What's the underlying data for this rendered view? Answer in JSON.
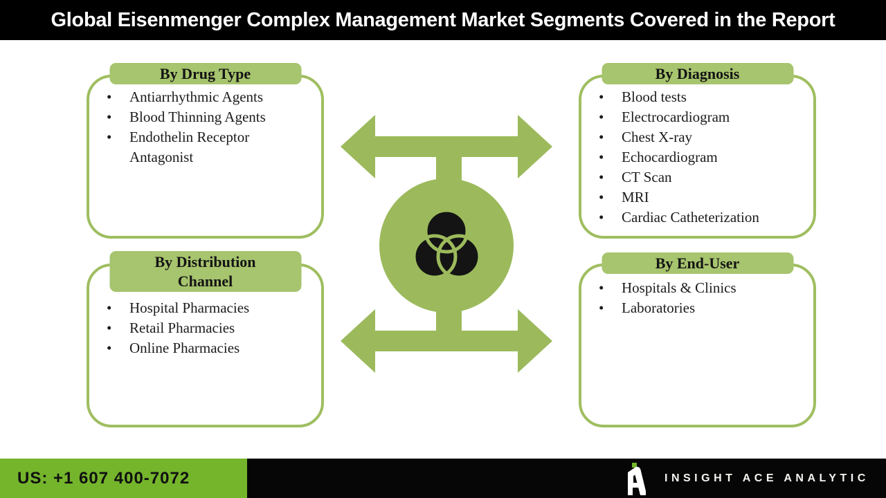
{
  "title": "Global Eisenmenger Complex Management Market Segments Covered in the Report",
  "segments": [
    {
      "id": "drug-type",
      "heading": "By Drug Type",
      "items": [
        "Antiarrhythmic Agents",
        "Blood Thinning Agents",
        "Endothelin Receptor Antagonist"
      ]
    },
    {
      "id": "diagnosis",
      "heading": "By Diagnosis",
      "items": [
        "Blood tests",
        "Electrocardiogram",
        "Chest X-ray",
        "Echocardiogram",
        "CT Scan",
        "MRI",
        "Cardiac Catheterization"
      ]
    },
    {
      "id": "distribution-channel",
      "heading": "By Distribution Channel",
      "items": [
        "Hospital Pharmacies",
        "Retail Pharmacies",
        "Online Pharmacies"
      ]
    },
    {
      "id": "end-user",
      "heading": "By End-User",
      "items": [
        "Hospitals & Clinics",
        "Laboratories"
      ]
    }
  ],
  "center": {
    "icon": "venn-diagram-icon",
    "motif": "double-headed-arrows-with-circle"
  },
  "footer": {
    "phone": "US: +1 607 400-7072",
    "brand": "INSIGHT ACE ANALYTIC"
  },
  "ui": {
    "bullet": "•"
  },
  "colors": {
    "title_bg": "#000000",
    "title_text": "#ffffff",
    "box_border": "#9fbe60",
    "band_bg": "#a7c46e",
    "motif_green": "#9cba5c",
    "venn_black": "#141414",
    "footer_bg": "#060606",
    "footer_green": "#74b52c"
  }
}
